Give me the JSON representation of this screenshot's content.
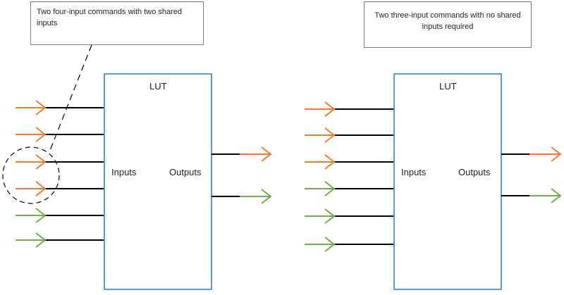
{
  "colors": {
    "box_border": "#5b9bd5",
    "line": "#000000",
    "arrow_orange": "#ed7d31",
    "arrow_green": "#70ad47",
    "callout_border": "#7f7f7f",
    "dashed": "#000000"
  },
  "left_panel": {
    "callout": "Two four-input commands with two shared inputs",
    "lut_title": "LUT",
    "inputs_label": "Inputs",
    "outputs_label": "Outputs",
    "input_arrow_colors": [
      "orange",
      "orange",
      "orange",
      "orange",
      "green",
      "green"
    ],
    "output_arrow_colors": [
      "orange",
      "green"
    ],
    "shared_highlight": "dashed-circle"
  },
  "right_panel": {
    "callout": "Two three-input commands with no shared inputs required",
    "lut_title": "LUT",
    "inputs_label": "Inputs",
    "outputs_label": "Outputs",
    "input_arrow_colors": [
      "orange",
      "orange",
      "orange",
      "green",
      "green",
      "green"
    ],
    "output_arrow_colors": [
      "orange",
      "green"
    ]
  }
}
